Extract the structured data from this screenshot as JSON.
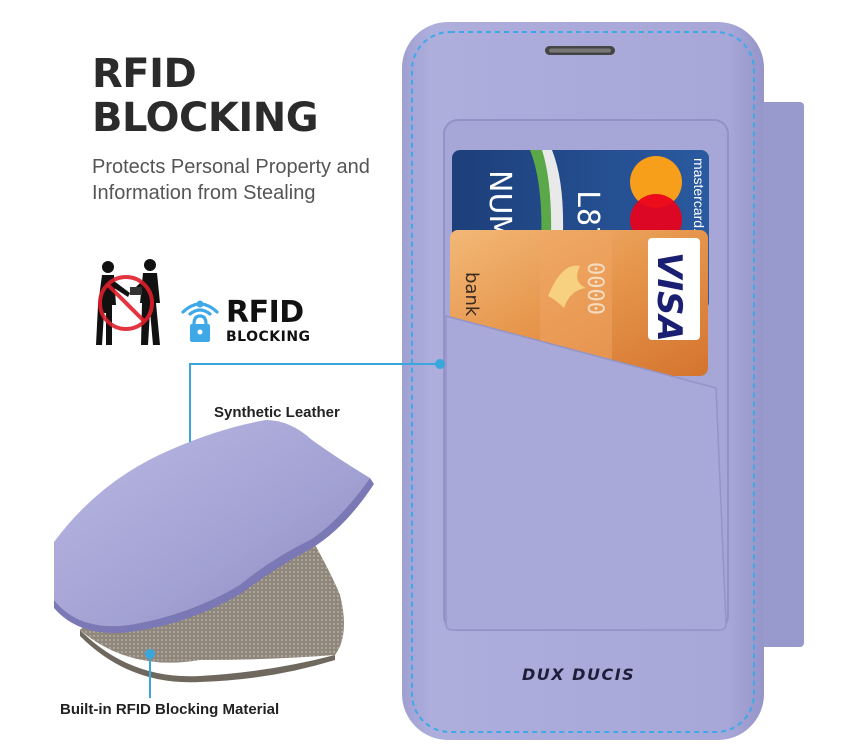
{
  "heading": {
    "line1": "RFID",
    "line2": "BLOCKING"
  },
  "subtitle": {
    "line1": "Protects Personal Property and",
    "line2": "Information from Stealing"
  },
  "badge": {
    "big": "RFID",
    "small": "BLOCKING"
  },
  "labels": {
    "leather": "Synthetic Leather",
    "blocking": "Built-in RFID Blocking Material"
  },
  "brand": "DUX DUCIS",
  "cards": {
    "back_partial_text": "NUM",
    "back_number_partial": "L87",
    "back_network_partial": "mastercard.",
    "front_bank_partial": "bank",
    "front_number_partial": "0000",
    "front_network": "VISA"
  },
  "colors": {
    "case_purple": "#a9a9d8",
    "stitch_blue": "#3fa9e8",
    "accent_line": "#3aa7dc",
    "title": "#2b2b2b"
  },
  "icons": [
    "no-skimming-icon",
    "wifi-lock-icon",
    "pointer-dot-icon"
  ]
}
